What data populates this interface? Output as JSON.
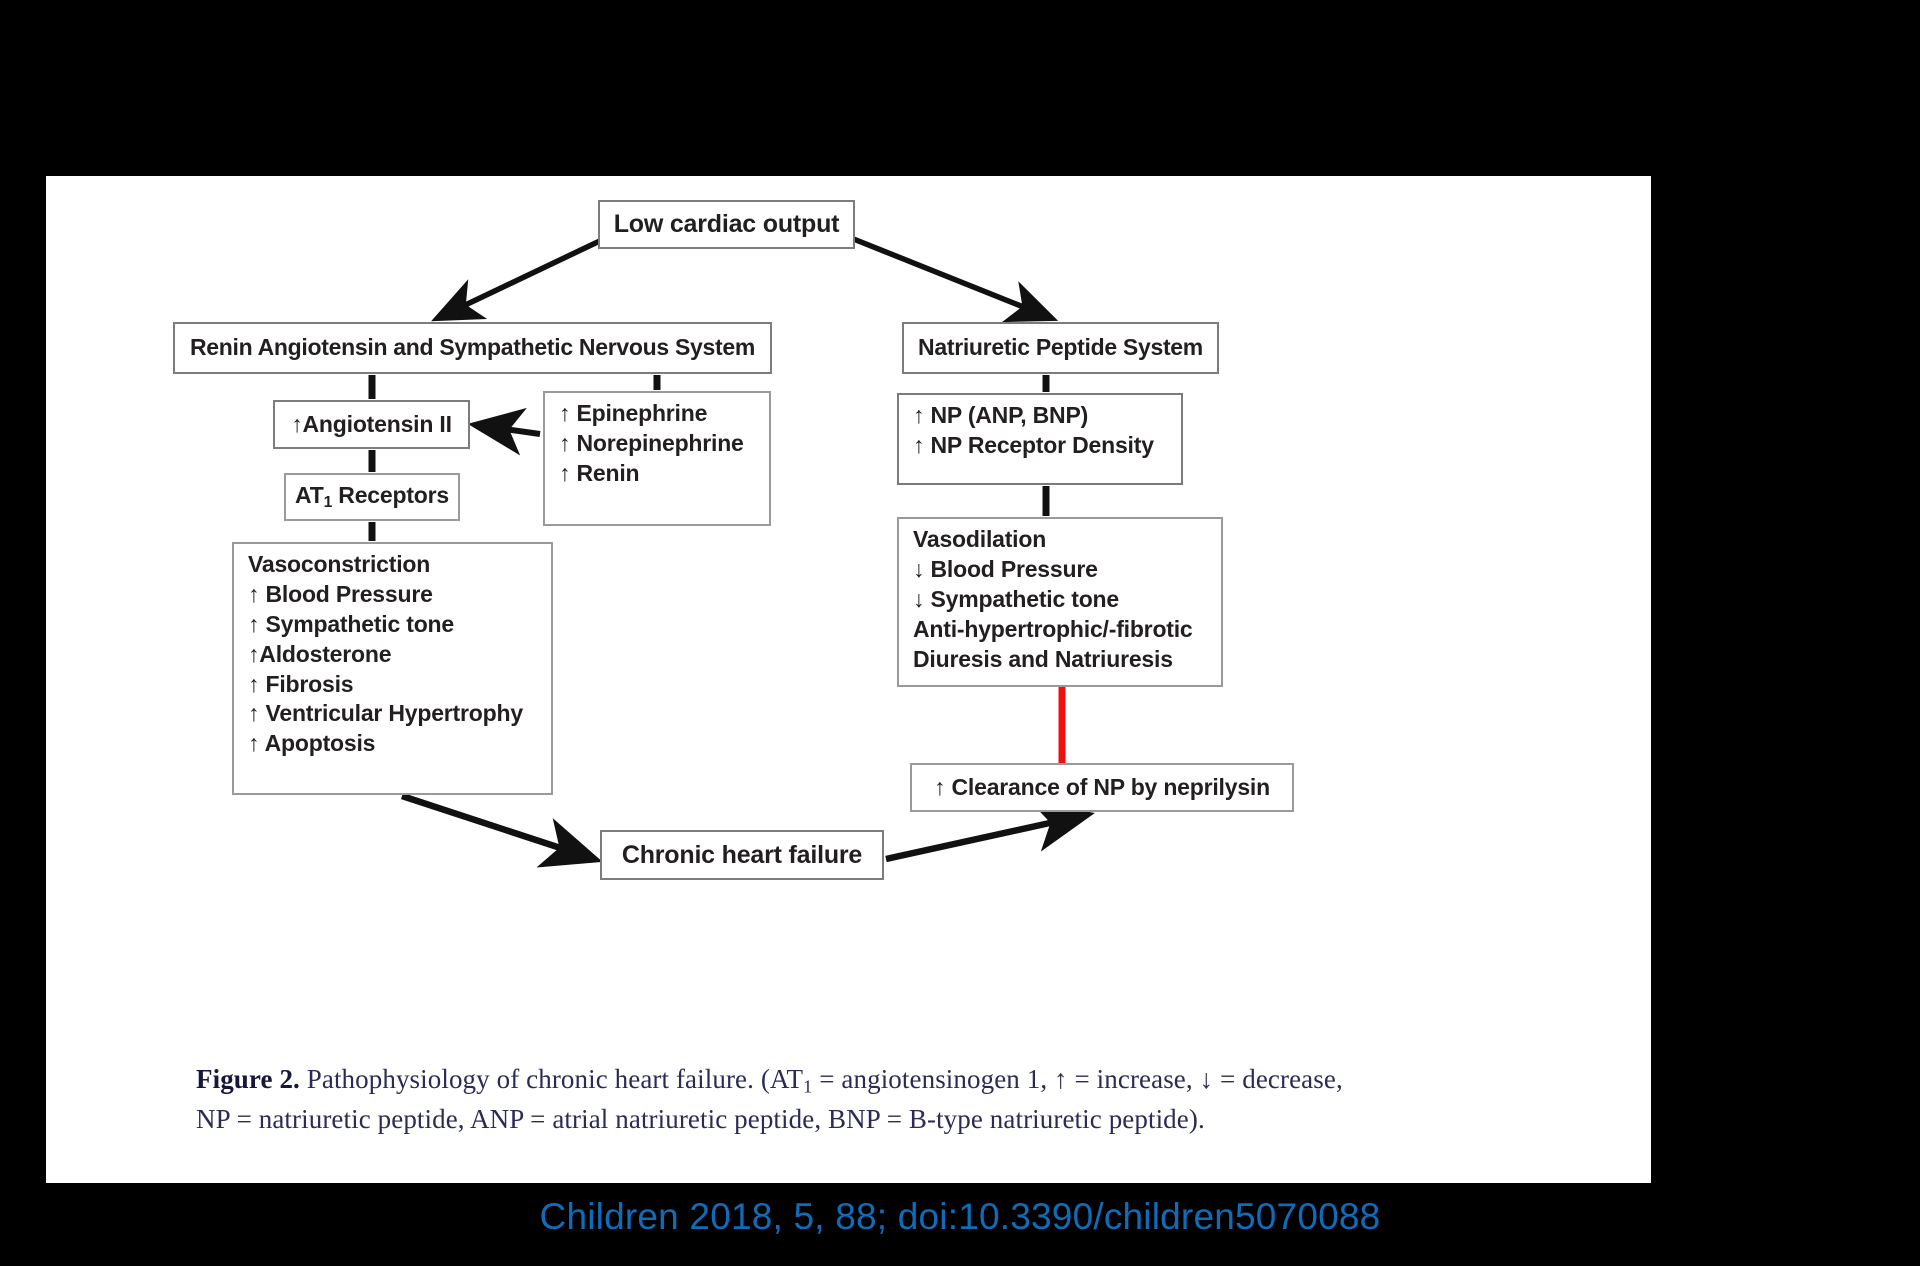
{
  "figure": {
    "panel_background": "#ffffff",
    "page_background": "#000000",
    "nodes": {
      "low_cardiac_output": "Low cardiac output",
      "ras_sns": "Renin Angiotensin and Sympathetic Nervous System",
      "nps": "Natriuretic Peptide System",
      "angiotensin_ii": "↑Angiotensin II",
      "at1_receptors_pre": "AT",
      "at1_receptors_sub": "1",
      "at1_receptors_post": " Receptors",
      "catecholamines": [
        "↑ Epinephrine",
        "↑ Norepinephrine",
        "↑ Renin"
      ],
      "vasoconstriction": [
        "Vasoconstriction",
        "↑ Blood Pressure",
        "↑ Sympathetic tone",
        "↑Aldosterone",
        "↑ Fibrosis",
        "↑ Ventricular Hypertrophy",
        "↑ Apoptosis"
      ],
      "np_increase": [
        "↑ NP (ANP, BNP)",
        "↑ NP Receptor Density"
      ],
      "vasodilation": [
        "Vasodilation",
        "↓ Blood Pressure",
        "↓ Sympathetic tone",
        "Anti-hypertrophic/-fibrotic",
        "Diuresis and Natriuresis"
      ],
      "clearance": "↑ Clearance of NP by neprilysin",
      "chronic_heart_failure": "Chronic heart failure"
    },
    "connector_colors": {
      "default": "#111111",
      "neprilysin_link": "#f01010"
    }
  },
  "caption": {
    "label": "Figure 2.",
    "line1": " Pathophysiology of chronic heart failure. (AT",
    "line1_sub": "1",
    "line1_rest": " = angiotensinogen 1, ↑ = increase, ↓ = decrease,",
    "line2": "NP = natriuretic peptide, ANP = atrial natriuretic peptide, BNP = B-type natriuretic peptide)."
  },
  "citation": {
    "text": "Children 2018, 5, 88; doi:10.3390/children5070088",
    "color": "#0f6cb9"
  }
}
